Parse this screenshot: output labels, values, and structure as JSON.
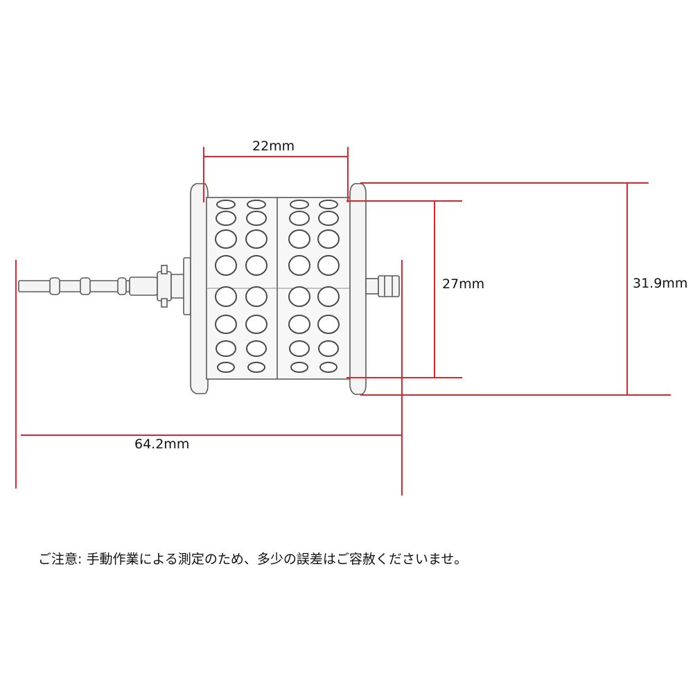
{
  "colors": {
    "dimension_line": "#e8212a",
    "outline": "#5a5a5a",
    "fill": "#f4f4f4"
  },
  "dimensions": {
    "spool_width": "22mm",
    "inner_diameter": "27mm",
    "outer_diameter": "31.9mm",
    "total_length": "64.2mm"
  },
  "note": "ご注意:  手動作業による測定のため、多少の誤差はご容赦くださいませ。"
}
